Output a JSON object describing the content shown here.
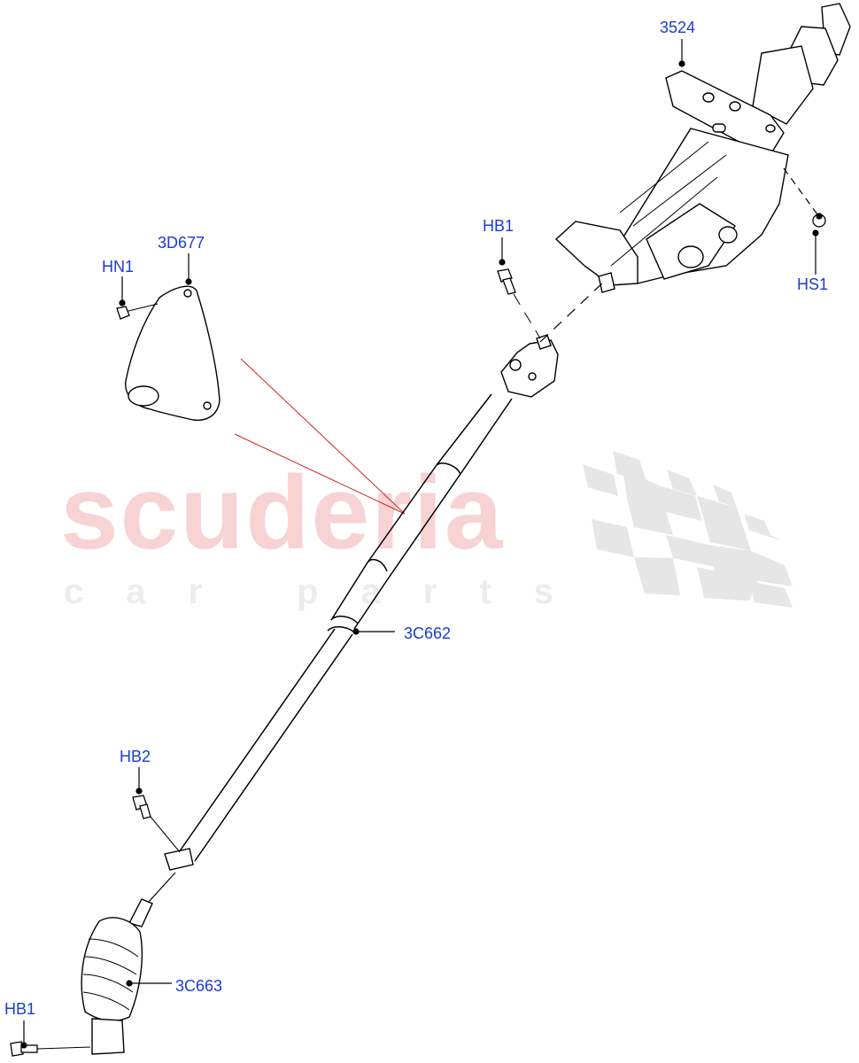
{
  "diagram": {
    "type": "exploded-parts-diagram",
    "subject": "Steering column and intermediate shaft",
    "label_color": "#1a3bd6",
    "line_color": "#000000",
    "annotation_line_color": "#d42020"
  },
  "watermark": {
    "brand": "scuderia",
    "tagline": "car parts",
    "brand_color": "#f7d3d3",
    "tagline_color": "#ececec",
    "flag_color": "#e6e6e6"
  },
  "callouts": [
    {
      "id": "3524",
      "text": "3524",
      "part": "steering-column-assembly"
    },
    {
      "id": "HS1",
      "text": "HS1",
      "part": "screw"
    },
    {
      "id": "HB1_top",
      "text": "HB1",
      "part": "bolt-upper-joint"
    },
    {
      "id": "3D677",
      "text": "3D677",
      "part": "column-boot-cover"
    },
    {
      "id": "HN1",
      "text": "HN1",
      "part": "nut"
    },
    {
      "id": "3C662",
      "text": "3C662",
      "part": "intermediate-shaft"
    },
    {
      "id": "HB2",
      "text": "HB2",
      "part": "bolt-lower-joint"
    },
    {
      "id": "3C663",
      "text": "3C663",
      "part": "lower-shaft-with-gaiter"
    },
    {
      "id": "HB1_bottom",
      "text": "HB1",
      "part": "bolt-pinion-joint"
    }
  ]
}
